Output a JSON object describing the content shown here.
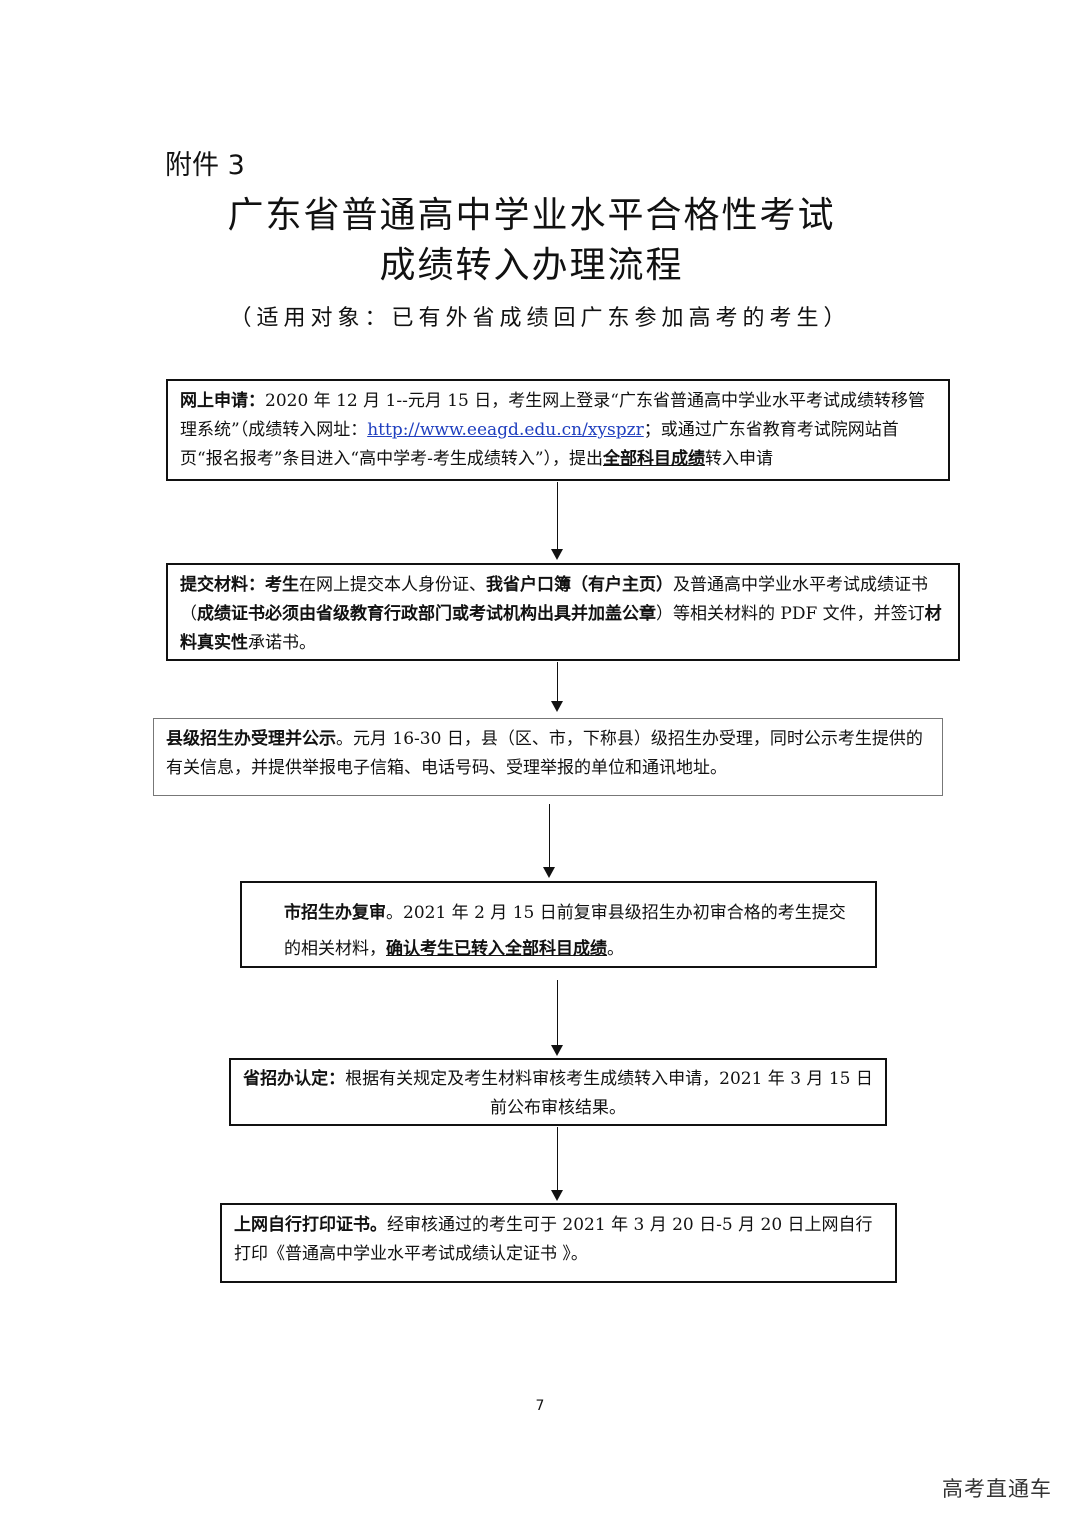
{
  "header": {
    "attachment": "附件 3",
    "title_line1": "广东省普通高中学业水平合格性考试",
    "title_line2": "成绩转入办理流程",
    "subtitle": "（适用对象：已有外省成绩回广东参加高考的考生）"
  },
  "steps": [
    {
      "heading": "网上申请：",
      "text1": "2020 年 12 月 1--元月 15 日，考生网上登录“广东省普通高中学业水平考试成绩转移管理系统”（成绩转入网址：",
      "link": "http://www.eeagd.edu.cn/xyspzr",
      "text2": "；或通过广东省教育考试院网站首页“报名报考”条目进入“高中学考-考生成绩转入”），提出",
      "emph": "全部科目成绩",
      "text3": "转入申请"
    },
    {
      "heading": "提交材料：",
      "emph1": "考生",
      "text1": "在网上提交本人身份证、",
      "emph2": "我省户口簿（有户主页）",
      "text2": "及普通高中学业水平考试成绩证书（",
      "emph3": "成绩证书必须由省级教育行政部门或考试机构出具并加盖公章",
      "text3": "）等相关材料的 PDF 文件，并签订",
      "emph4": "材料真实性",
      "text4": "承诺书。"
    },
    {
      "heading": "县级招生办受理并公示",
      "text1": "。元月 16-30 日，县（区、市，下称县）级招生办受理，同时公示考生提供的有关信息，并提供举报电子信箱、电话号码、受理举报的单位和通讯地址。"
    },
    {
      "heading": "市招生办复审",
      "text1": "。2021 年 2 月 15 日前复审县级招生办初审合格的考生提交的相关材料，",
      "emph": "确认考生已转入全部科目成绩",
      "text2": "。"
    },
    {
      "heading": "省招办认定：",
      "text1": "根据有关规定及考生材料审核考生成绩转入申请，2021 年 3 月 15 日前公布审核结果。"
    },
    {
      "heading": "上网自行打印证书。",
      "text1": "经审核通过的考生可于 2021 年 3 月 20 日-5 月 20 日上网自行打印《普通高中学业水平考试成绩认定证书 》。"
    }
  ],
  "footer": {
    "page_number": "7",
    "watermark": "高考直通车"
  }
}
